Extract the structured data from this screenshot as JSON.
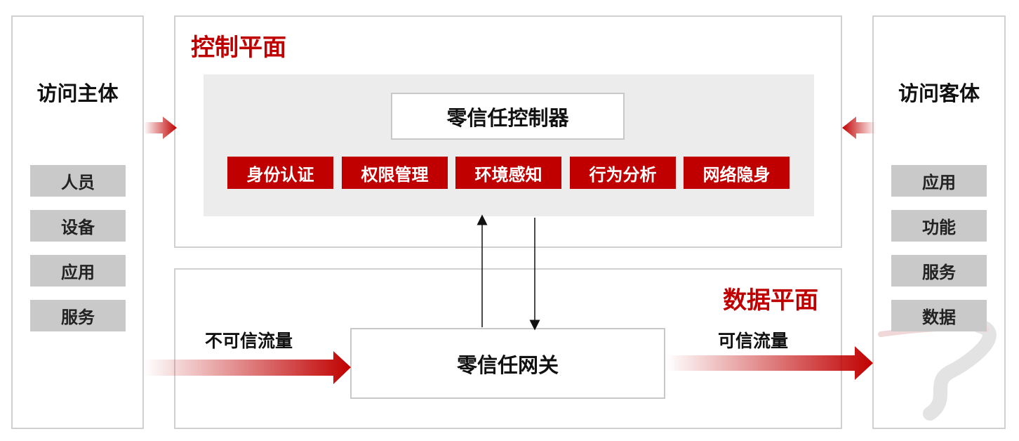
{
  "subject": {
    "title": "访问主体",
    "items": [
      "人员",
      "设备",
      "应用",
      "服务"
    ]
  },
  "object": {
    "title": "访问客体",
    "items": [
      "应用",
      "功能",
      "服务",
      "数据"
    ]
  },
  "control_plane": {
    "title": "控制平面",
    "controller": "零信任控制器",
    "modules": [
      "身份认证",
      "权限管理",
      "环境感知",
      "行为分析",
      "网络隐身"
    ]
  },
  "data_plane": {
    "title": "数据平面",
    "gateway": "零信任网关",
    "untrusted_flow": "不可信流量",
    "trusted_flow": "可信流量"
  },
  "colors": {
    "accent": "#c00000",
    "item_grey": "#c9c9c9",
    "area_grey": "#ececec",
    "border": "#d0d0d0"
  }
}
